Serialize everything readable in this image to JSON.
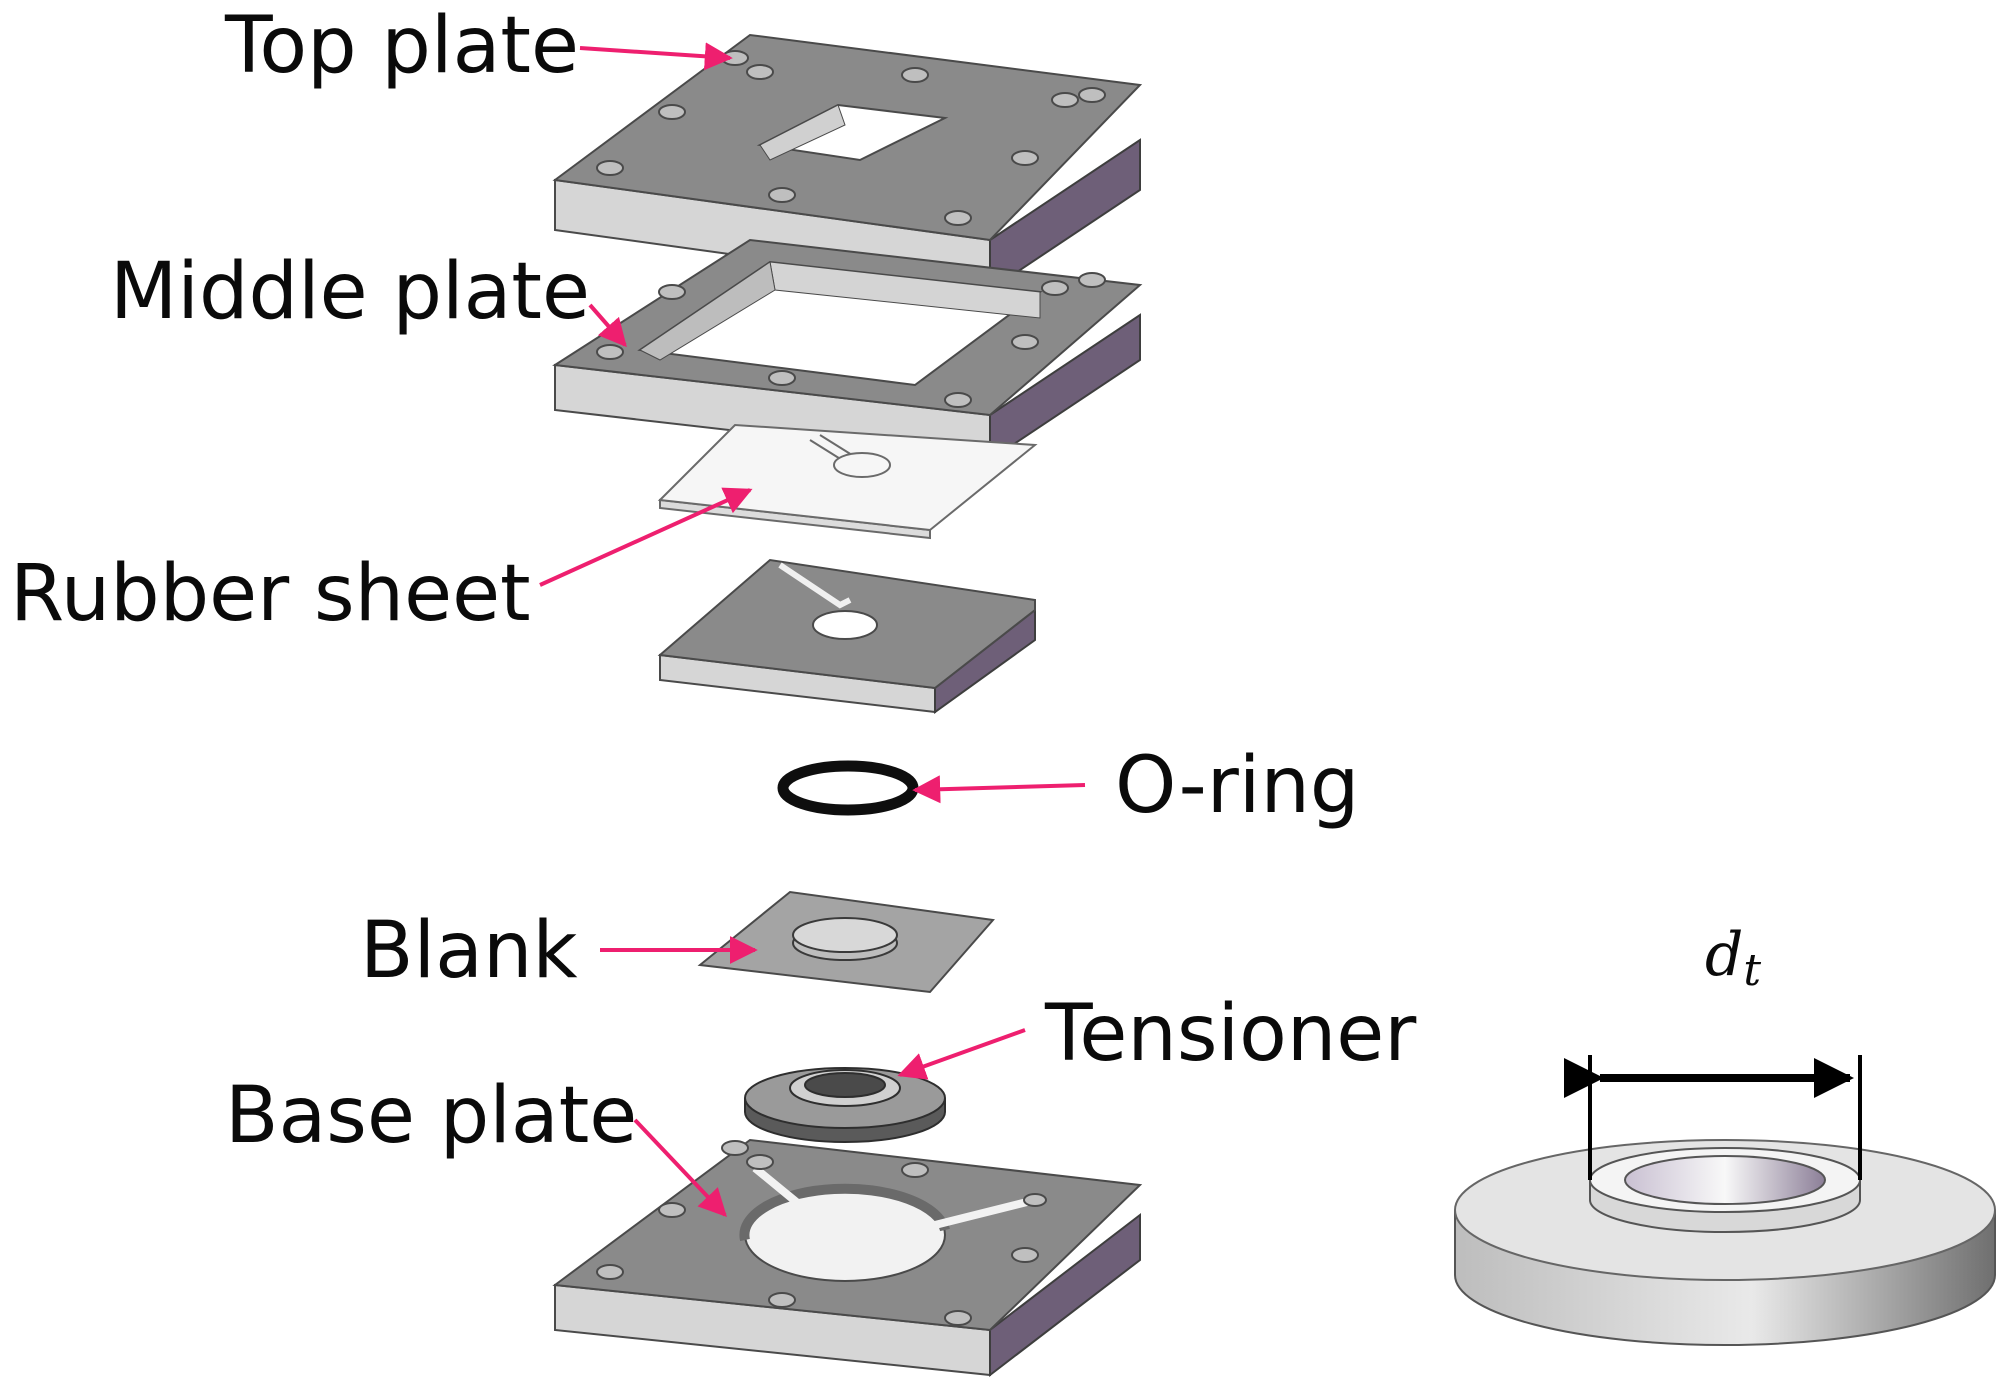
{
  "labels": {
    "top_plate": "Top plate",
    "middle_plate": "Middle plate",
    "rubber_sheet": "Rubber sheet",
    "o_ring": "O-ring",
    "blank": "Blank",
    "tensioner": "Tensioner",
    "base_plate": "Base plate"
  },
  "dimension": {
    "symbol": "d",
    "subscript": "t"
  },
  "colors": {
    "arrow": "#ee1f6f",
    "plate_top": "#8a8a8a",
    "plate_front": "#d6d6d6",
    "plate_side": "#6e5f78",
    "text": "#0a0a0a"
  }
}
